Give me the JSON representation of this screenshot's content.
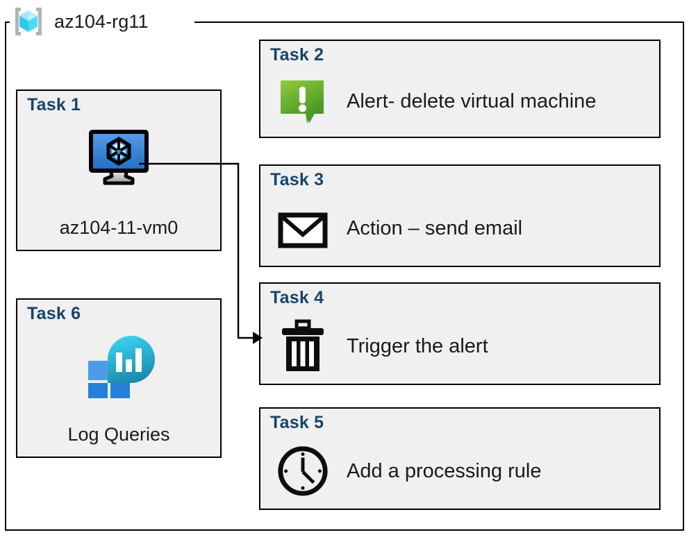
{
  "diagram": {
    "resource_group": {
      "name": "az104-rg11",
      "icon": "resource-group-cube-icon"
    },
    "cards": [
      {
        "id": "task-1",
        "title": "Task 1",
        "label": "az104-11-vm0",
        "icon": "virtual-machine-icon",
        "layout": "vertical"
      },
      {
        "id": "task-6",
        "title": "Task 6",
        "label": "Log Queries",
        "icon": "log-analytics-icon",
        "layout": "vertical"
      },
      {
        "id": "task-2",
        "title": "Task 2",
        "label": "Alert- delete virtual machine",
        "icon": "alert-exclamation-icon",
        "layout": "horizontal"
      },
      {
        "id": "task-3",
        "title": "Task 3",
        "label": "Action – send email",
        "icon": "envelope-icon",
        "layout": "horizontal"
      },
      {
        "id": "task-4",
        "title": "Task 4",
        "label": "Trigger the alert",
        "icon": "trash-can-icon",
        "layout": "horizontal"
      },
      {
        "id": "task-5",
        "title": "Task 5",
        "label": "Add a processing rule",
        "icon": "clock-icon",
        "layout": "horizontal"
      }
    ],
    "connector": {
      "from": "task-1",
      "to": "task-4",
      "arrow": "arrow-right"
    },
    "colors": {
      "card_background": "#f0f0f0",
      "card_border": "#000000",
      "title_blue": "#17456b",
      "text": "#1a1a1a",
      "alert_green_light": "#8dc63f",
      "alert_green_dark": "#4c9a2a",
      "vm_blue_light": "#5a9be8",
      "vm_blue_dark": "#1e6fc4",
      "log_cyan": "#32cceb",
      "log_teal": "#1e8bb0",
      "log_square_light": "#4f9bea",
      "log_square_dark": "#2580d8",
      "rg_cube_cyan": "#50e6ff",
      "rg_bracket_gray": "#b3b3b3"
    }
  }
}
